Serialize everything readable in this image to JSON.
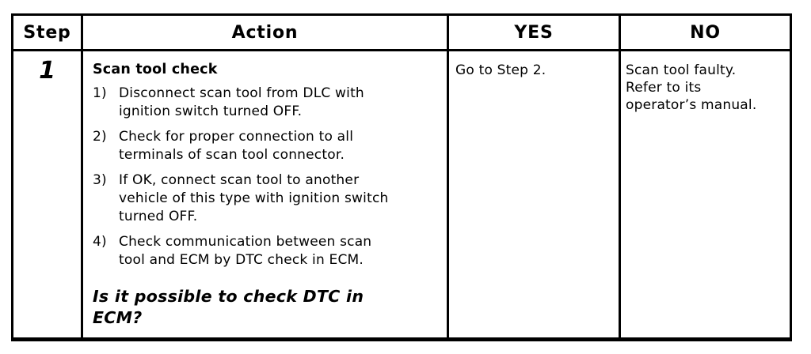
{
  "colors": {
    "border": "#000000",
    "background": "#ffffff",
    "text": "#000000"
  },
  "table": {
    "headers": {
      "step": "Step",
      "action": "Action",
      "yes": "YES",
      "no": "NO"
    },
    "row": {
      "step": "1",
      "action": {
        "title": "Scan tool check",
        "items": [
          {
            "marker": "1)",
            "text": "Disconnect scan tool from DLC with\nignition switch turned OFF."
          },
          {
            "marker": "2)",
            "text": "Check for proper connection to all\nterminals of scan tool connector."
          },
          {
            "marker": "3)",
            "text": "If OK, connect scan tool to another\nvehicle of this type with ignition switch\nturned OFF."
          },
          {
            "marker": "4)",
            "text": "Check communication between scan\ntool and ECM by DTC check in ECM."
          }
        ],
        "question": "Is it possible to check DTC in\nECM?"
      },
      "yes": "Go to Step 2.",
      "no": "Scan tool faulty.\nRefer to its\noperator’s manual."
    }
  }
}
